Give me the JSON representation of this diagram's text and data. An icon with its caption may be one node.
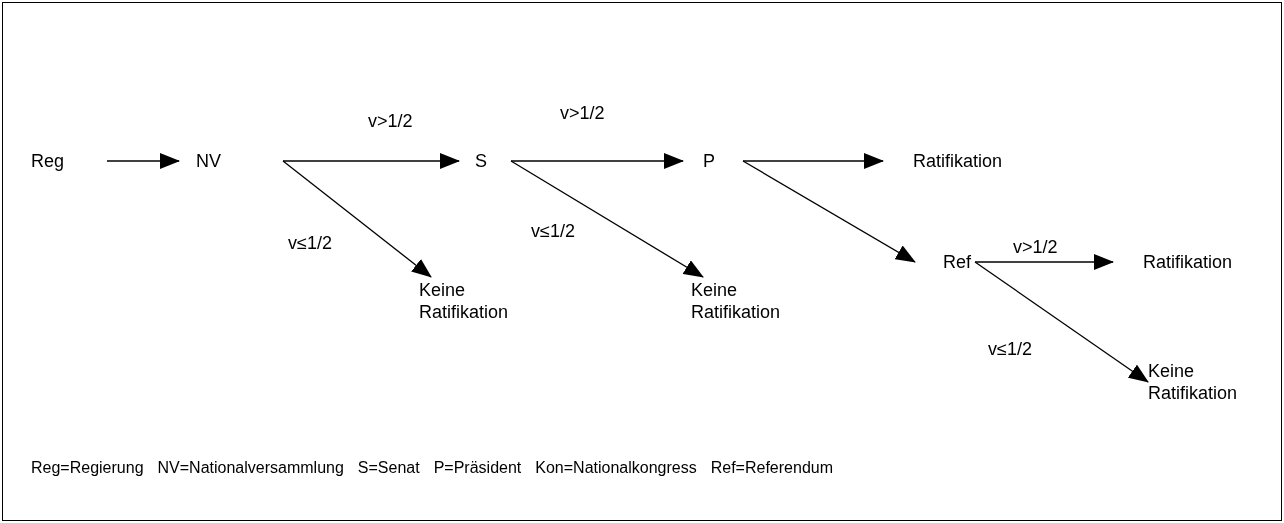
{
  "diagram": {
    "nodes": [
      {
        "text": [
          "Reg"
        ]
      },
      {
        "text": [
          "NV"
        ]
      },
      {
        "text": [
          "S"
        ]
      },
      {
        "text": [
          "P"
        ]
      },
      {
        "text": [
          "Ratifikation"
        ]
      },
      {
        "text": [
          "Keine Ratifikation"
        ]
      },
      {
        "text": [
          "Keine Ratifikation"
        ]
      },
      {
        "text": [
          "Ref"
        ]
      },
      {
        "text": [
          "Ratifikation"
        ]
      },
      {
        "text": [
          "Keine Ratifikation"
        ]
      }
    ],
    "edges": [
      {
        "from": 0,
        "to": 1,
        "arrow": "to"
      },
      {
        "from": 1,
        "to": 2,
        "arrow": "to",
        "label": "v>1/2"
      },
      {
        "from": 1,
        "to": 5,
        "arrow": "to",
        "label": "v≤1/2"
      },
      {
        "from": 2,
        "to": 3,
        "arrow": "to",
        "label": "v>1/2"
      },
      {
        "from": 2,
        "to": 6,
        "arrow": "to",
        "label": "v≤1/2"
      },
      {
        "from": 3,
        "to": 4,
        "arrow": "to"
      },
      {
        "from": 3,
        "to": 7,
        "arrow": "to"
      },
      {
        "from": 7,
        "to": 8,
        "arrow": "to",
        "label": "v>1/2"
      },
      {
        "from": 7,
        "to": 9,
        "arrow": "to",
        "label": "v≤1/2"
      }
    ],
    "labels": [
      "Reg=Regierung",
      "NV=Nationalversammlung",
      "S=Senat",
      "P=Präsident",
      "Kon=Nationalkongress",
      "Ref=Referendum"
    ]
  }
}
